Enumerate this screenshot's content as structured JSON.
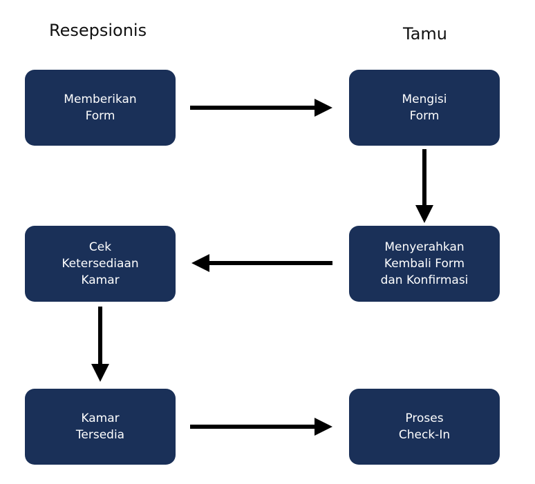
{
  "lanes": {
    "left": "Resepsionis",
    "right": "Tamu"
  },
  "steps": [
    {
      "id": "memberikan-form",
      "lines": [
        "Memberikan",
        "Form"
      ]
    },
    {
      "id": "mengisi-form",
      "lines": [
        "Mengisi",
        "Form"
      ]
    },
    {
      "id": "menyerahkan-kembali",
      "lines": [
        "Menyerahkan",
        "Kembali Form",
        "dan Konfirmasi"
      ]
    },
    {
      "id": "cek-ketersediaan",
      "lines": [
        "Cek",
        "Ketersediaan",
        "Kamar"
      ]
    },
    {
      "id": "kamar-tersedia",
      "lines": [
        "Kamar",
        "Tersedia"
      ]
    },
    {
      "id": "proses-checkin",
      "lines": [
        "Proses",
        "Check-In"
      ]
    }
  ],
  "colors": {
    "box_fill": "#1a3058",
    "box_text": "#ffffff",
    "arrow": "#000000"
  }
}
